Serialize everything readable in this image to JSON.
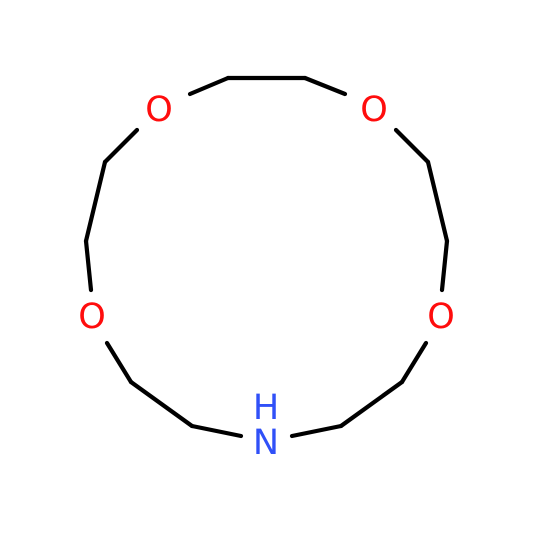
{
  "molecule": {
    "atoms": [
      {
        "id": "o1",
        "element": "O",
        "label": "O"
      },
      {
        "id": "o2",
        "element": "O",
        "label": "O"
      },
      {
        "id": "o3",
        "element": "O",
        "label": "O"
      },
      {
        "id": "o4",
        "element": "O",
        "label": "O"
      },
      {
        "id": "n1",
        "element": "N",
        "label": "N"
      },
      {
        "id": "h1",
        "element": "H",
        "label": "H"
      }
    ],
    "colors": {
      "bond": "#000000",
      "O": "#ff0d0d",
      "N": "#3050f8",
      "H": "#3050f8"
    }
  }
}
